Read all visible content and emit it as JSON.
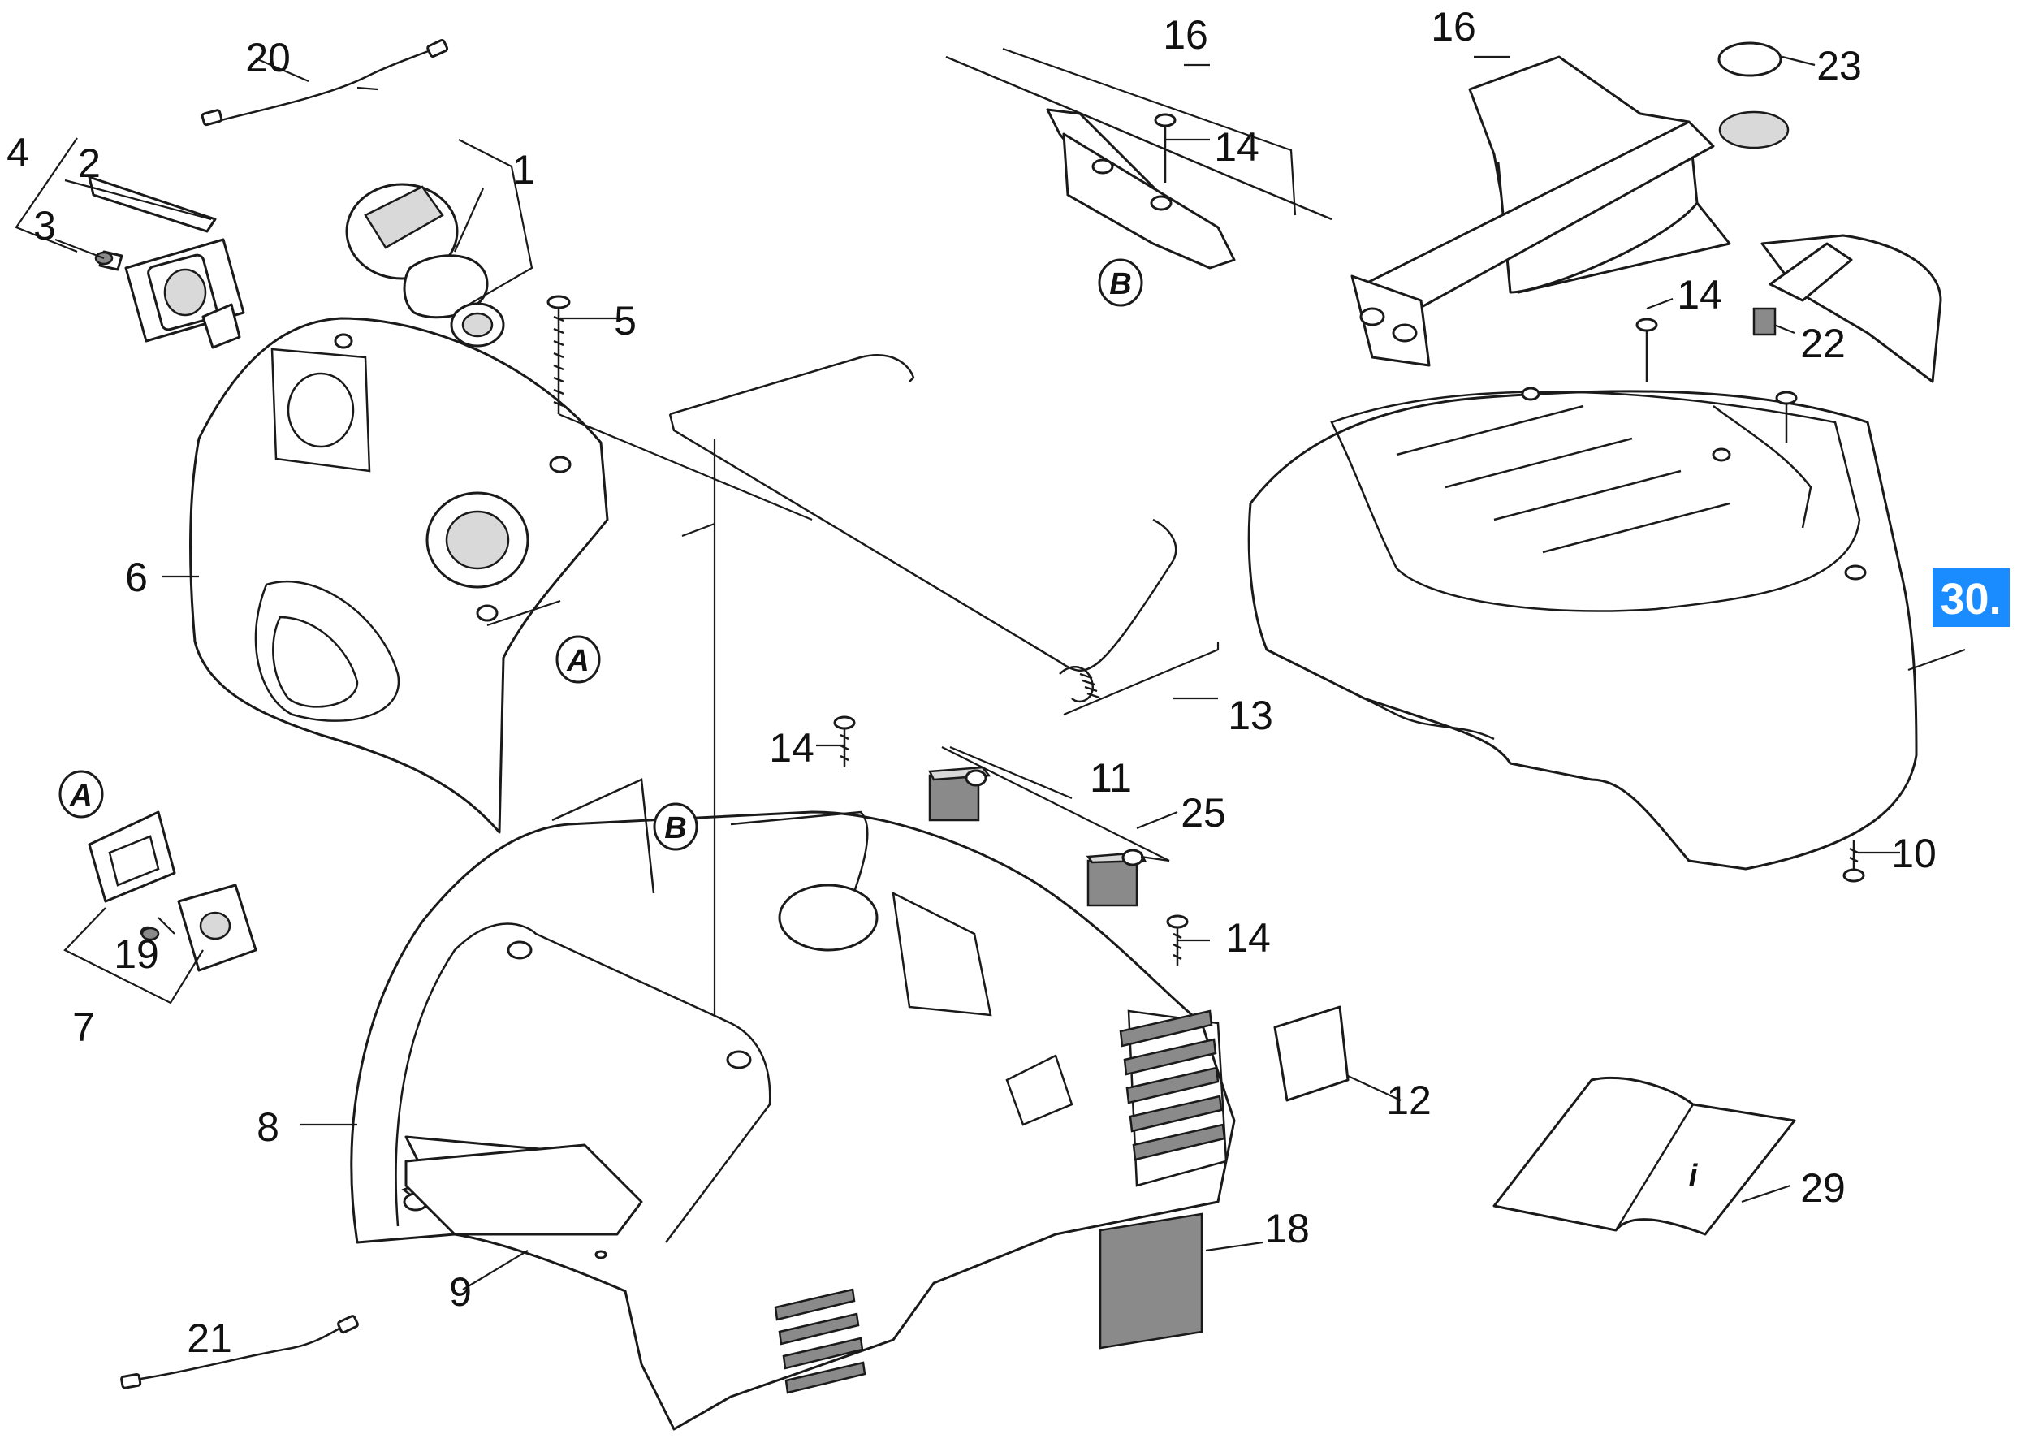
{
  "badge": {
    "label": "30.",
    "color": "#1a8cff"
  },
  "callouts": {
    "c1": "1",
    "c2": "2",
    "c3": "3",
    "c4": "4",
    "c5": "5",
    "c6": "6",
    "c7": "7",
    "c8": "8",
    "c9": "9",
    "c10": "10",
    "c11": "11",
    "c12": "12",
    "c13": "13",
    "c14a": "14",
    "c14b": "14",
    "c14c": "14",
    "c14d": "14",
    "c16a": "16",
    "c16b": "16",
    "c18": "18",
    "c19": "19",
    "c20": "20",
    "c21": "21",
    "c22": "22",
    "c23": "23",
    "c25": "25",
    "c29": "29"
  },
  "refs": {
    "a1": "A",
    "a2": "A",
    "b1": "B",
    "b2": "B"
  },
  "manual_icon": {
    "glyph": "i"
  }
}
